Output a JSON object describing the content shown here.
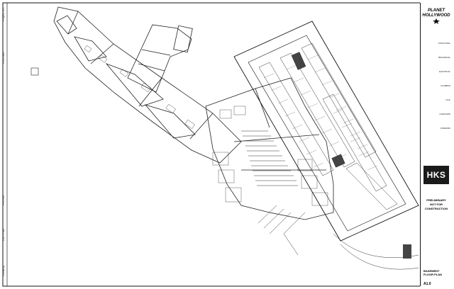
{
  "sheet": {
    "side_labels": [
      "Project No.",
      "Plot Date:",
      "Plot File",
      "KEY Plan",
      "Drawing"
    ],
    "logo_text": [
      "PLANET",
      "HOLLYWOOD"
    ],
    "consultants": [
      "STRUCTURAL",
      "MECHANICAL",
      "ELECTRICAL",
      "PLUMBING",
      "CIVIL",
      "LANDSCAPE",
      "INTERIORS"
    ],
    "firm": "HKS",
    "status": [
      "PRELIMINARY",
      "NOT FOR",
      "CONSTRUCTION"
    ],
    "sheet_title": [
      "BASEMENT",
      "FLOOR PLAN"
    ],
    "sheet_number": "A1.0"
  }
}
